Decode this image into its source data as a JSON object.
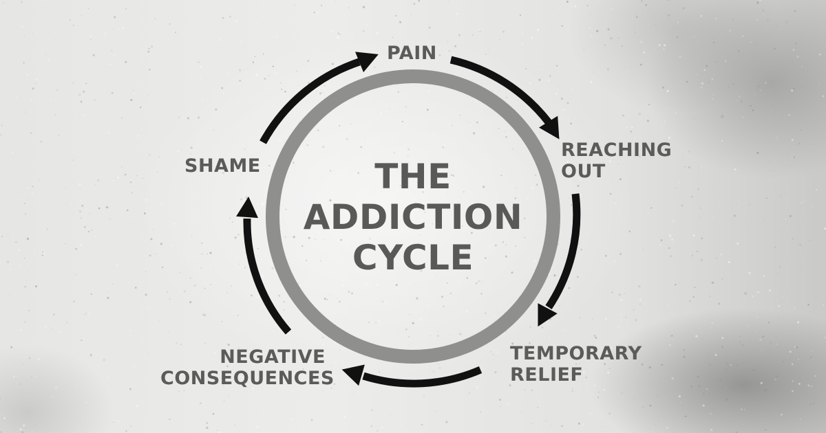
{
  "title": {
    "line1": "THE",
    "line2": "ADDICTION",
    "line3": "CYCLE"
  },
  "stages": [
    {
      "lines": [
        "PAIN"
      ]
    },
    {
      "lines": [
        "REACHING",
        "OUT"
      ]
    },
    {
      "lines": [
        "TEMPORARY",
        "RELIEF"
      ]
    },
    {
      "lines": [
        "NEGATIVE",
        "CONSEQUENCES"
      ]
    },
    {
      "lines": [
        "SHAME"
      ]
    }
  ],
  "colors": {
    "background": "#e3e3e1",
    "ring": "#8f8f8d",
    "arrow": "#111111",
    "text": "#5b5b59"
  }
}
